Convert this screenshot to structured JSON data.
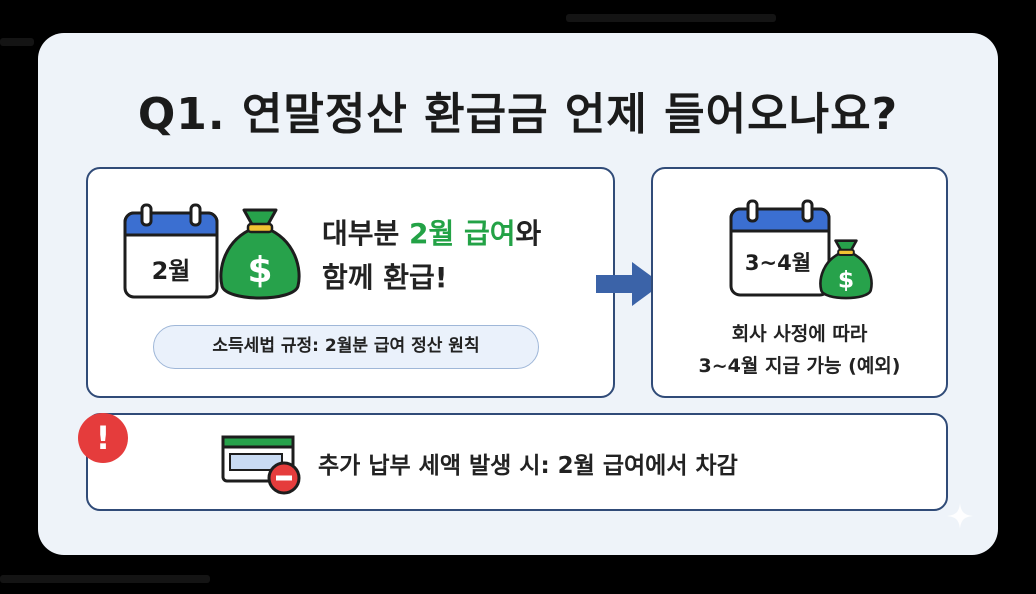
{
  "title": "Q1. 연말정산 환급금 언제 들어오나요?",
  "left_panel": {
    "calendar_label": "2월",
    "message_prefix": "대부분 ",
    "message_highlight": "2월 급여",
    "message_suffix": "와",
    "message_line2": "함께 환급!",
    "pill_text": "소득세법 규정: 2월분 급여 정산 원칙"
  },
  "right_panel": {
    "calendar_label": "3~4월",
    "text_line1": "회사 사정에 따라",
    "text_line2": "3~4월 지급 가능 (예외)"
  },
  "bottom_panel": {
    "warning_glyph": "!",
    "text": "추가 납부 세액 발생 시: 2월 급여에서 차감"
  },
  "colors": {
    "accent_blue": "#3b6fd1",
    "highlight_green": "#23a246",
    "money_bag_green": "#27a24b",
    "warning_red": "#e53c3c",
    "border_navy": "#304b78"
  }
}
